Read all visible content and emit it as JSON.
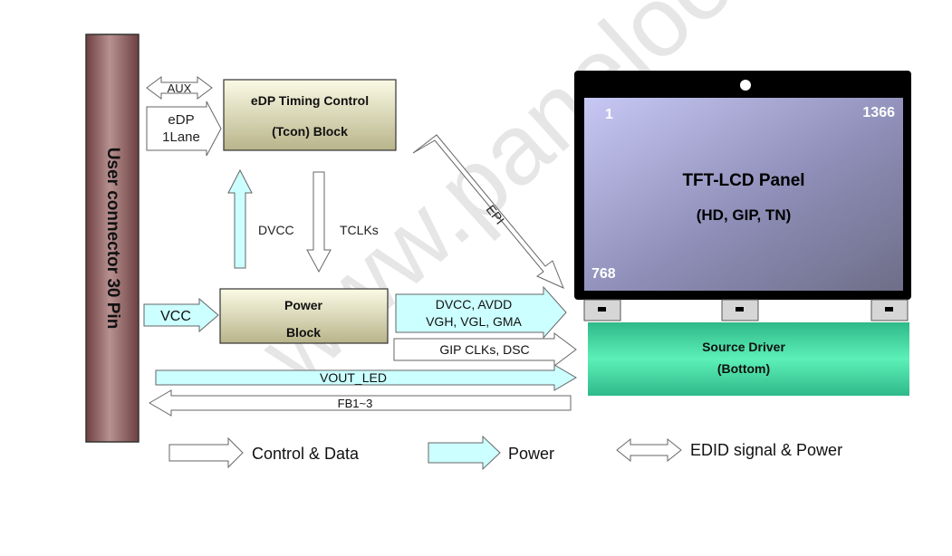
{
  "user_connector": "User connector 30 Pin",
  "inputs": {
    "aux": "AUX",
    "edp_line1": "eDP",
    "edp_line2": "1Lane",
    "vcc": "VCC"
  },
  "blocks": {
    "tcon_line1": "eDP Timing Control",
    "tcon_line2": "(Tcon) Block",
    "power_line1": "Power",
    "power_line2": "Block",
    "source_line1": "Source Driver",
    "source_line2": "(Bottom)"
  },
  "signals": {
    "dvcc": "DVCC",
    "tclks": "TCLKs",
    "epi": "EPI",
    "power_out_line1": "DVCC, AVDD",
    "power_out_line2": "VGH, VGL, GMA",
    "gip": "GIP CLKs, DSC",
    "vout_led": "VOUT_LED",
    "fb": "FB1~3"
  },
  "panel": {
    "title": "TFT-LCD Panel",
    "subtitle": "(HD, GIP, TN)",
    "corner_tl": "1",
    "corner_tr": "1366",
    "corner_bl": "768"
  },
  "legend": {
    "control": "Control & Data",
    "power": "Power",
    "edid": "EDID signal & Power"
  },
  "colors": {
    "power_arrow": "#ccffff",
    "control_arrow": "#ffffff",
    "connector": "#8a5a5a",
    "block": "#dedcb2",
    "source_driver": "#4ee7ad"
  }
}
